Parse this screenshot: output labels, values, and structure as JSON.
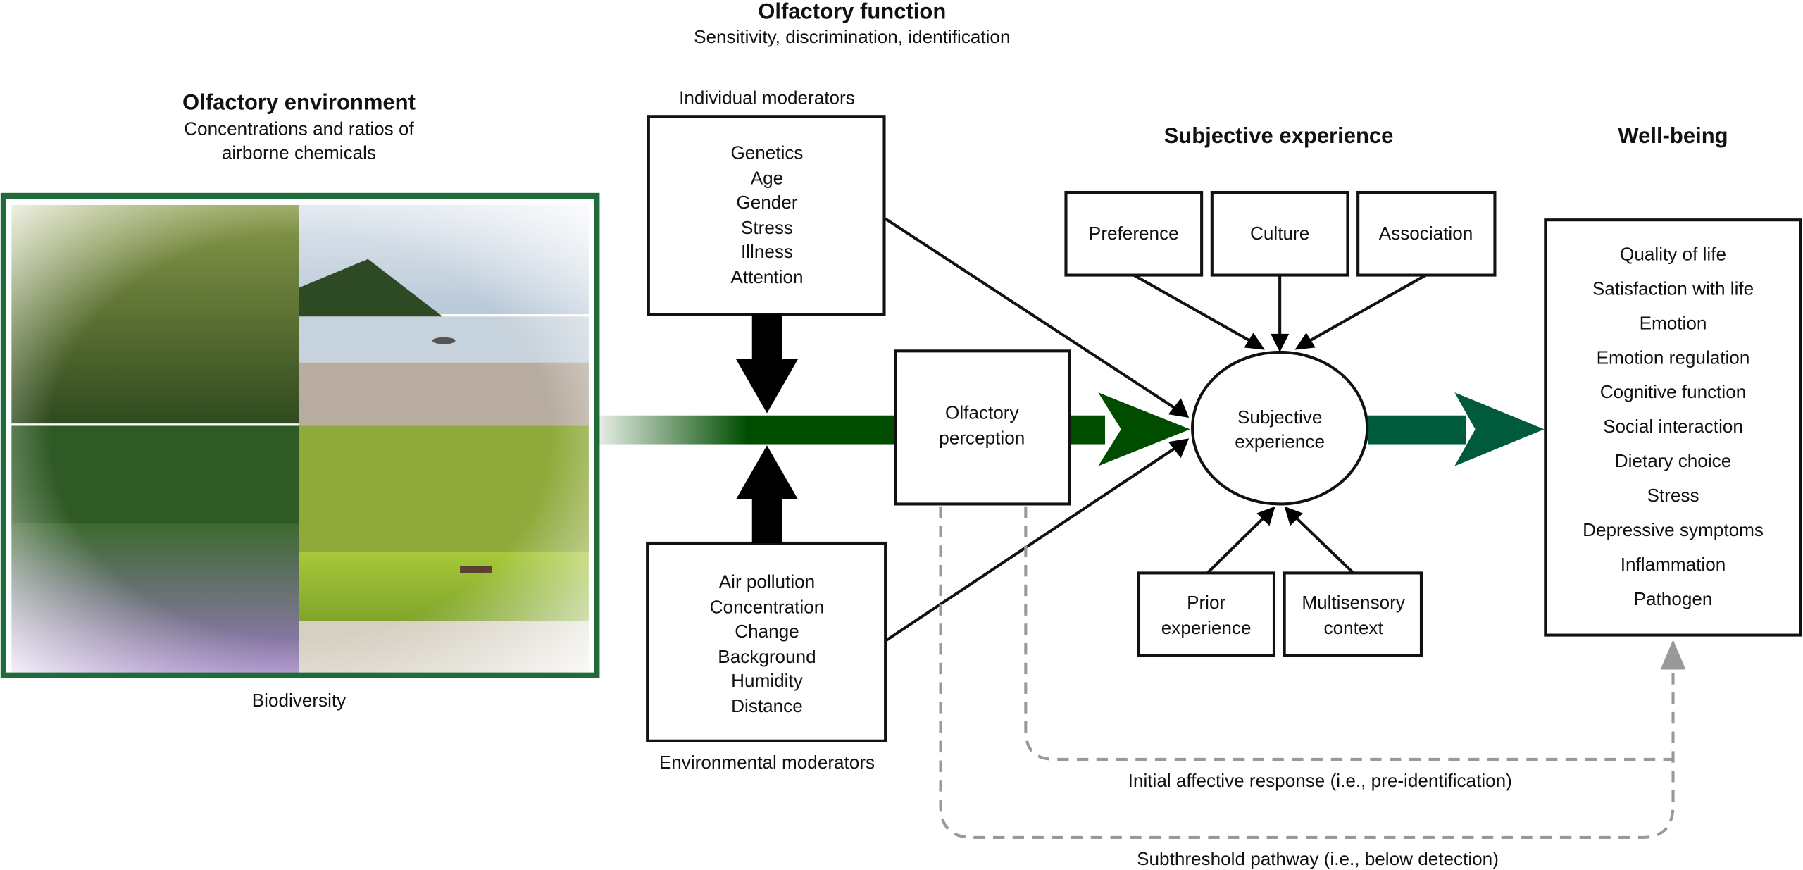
{
  "titles": {
    "function": "Olfactory function",
    "function_sub": "Sensitivity, discrimination, identification",
    "environment": "Olfactory environment",
    "environment_sub1": "Concentrations and ratios of",
    "environment_sub2": "airborne chemicals",
    "subjective": "Subjective experience",
    "wellbeing": "Well-being"
  },
  "labels": {
    "individual_moderators": "Individual moderators",
    "environmental_moderators": "Environmental moderators",
    "biodiversity": "Biodiversity",
    "initial_affective": "Initial affective response (i.e., pre-identification)",
    "subthreshold": "Subthreshold pathway (i.e., below detection)"
  },
  "individual_moderators": [
    "Genetics",
    "Age",
    "Gender",
    "Stress",
    "Illness",
    "Attention"
  ],
  "environmental_moderators": [
    "Air pollution",
    "Concentration",
    "Change",
    "Background",
    "Humidity",
    "Distance"
  ],
  "perception": [
    "Olfactory",
    "perception"
  ],
  "subjective_node": [
    "Subjective",
    "experience"
  ],
  "top_factors": [
    "Preference",
    "Culture",
    "Association"
  ],
  "bottom_factors": [
    [
      "Prior",
      "experience"
    ],
    [
      "Multisensory",
      "context"
    ]
  ],
  "wellbeing_items": [
    "Quality of life",
    "Satisfaction with life",
    "Emotion",
    "Emotion regulation",
    "Cognitive function",
    "Social interaction",
    "Dietary choice",
    "Stress",
    "Depressive symptoms",
    "Inflammation",
    "Pathogen"
  ],
  "colors": {
    "green_dark": "#004d00",
    "green_teal": "#005a3c",
    "frame": "#1f6b3a",
    "dash": "#999999"
  }
}
